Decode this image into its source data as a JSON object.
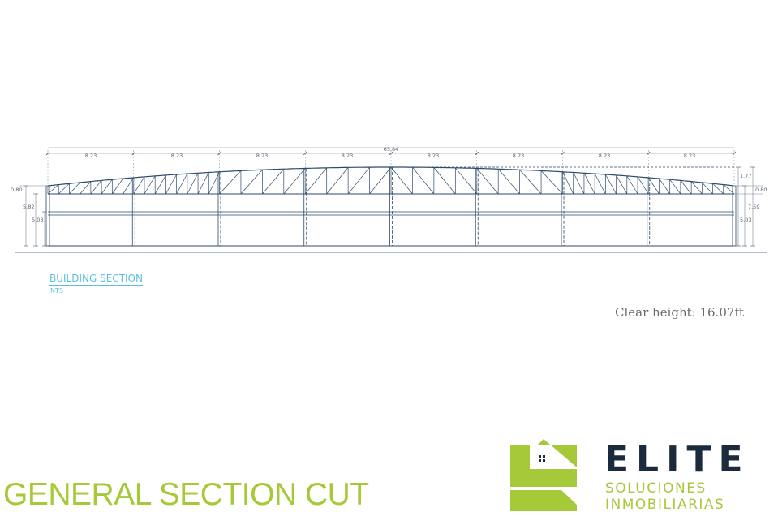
{
  "section": {
    "total_width": "65.84",
    "bay_widths": [
      "8.23",
      "8.23",
      "8.23",
      "8.23",
      "8.23",
      "8.23",
      "8.23",
      "8.23"
    ],
    "left_dims": [
      "0.80",
      "5.82",
      "5.03"
    ],
    "right_dims": [
      "1.77",
      "0.80",
      "7.59",
      "5.03"
    ],
    "title": "BUILDING SECTION",
    "scale": "NTS"
  },
  "clear_height": "Clear height: 16.07ft",
  "page_title": "GENERAL SECTION CUT",
  "logo": {
    "wordmark": "ELITE",
    "line1": "SOLUCIONES",
    "line2": "INMOBILIARIAS",
    "colors": {
      "green": "#a6c93a",
      "navy": "#1b2a3d"
    }
  },
  "colors": {
    "line": "#2d4a6b",
    "label": "#5bc0de"
  }
}
